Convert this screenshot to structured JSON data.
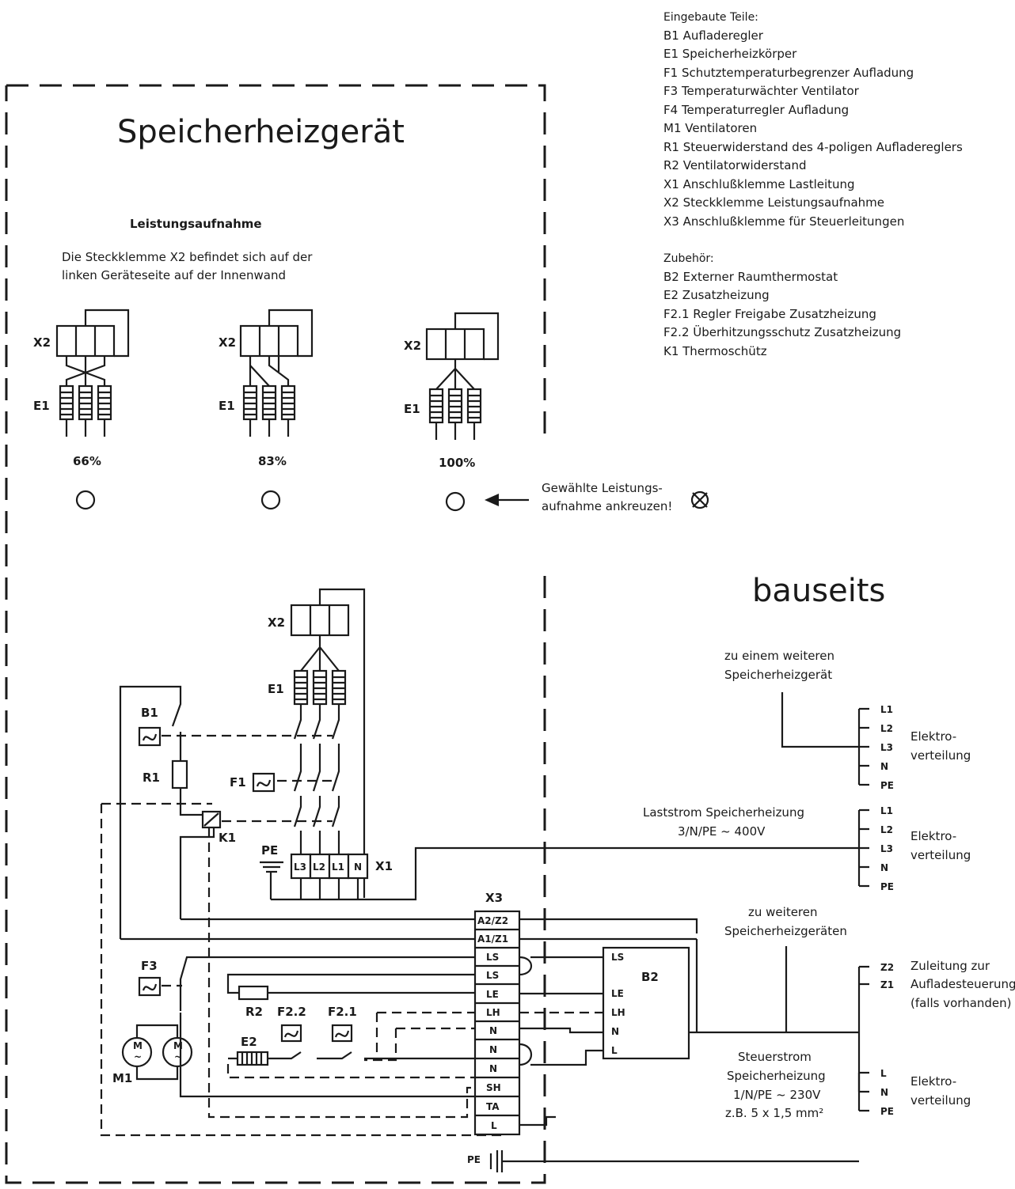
{
  "parts_heading": "Eingebaute Teile:",
  "parts": [
    "B1 Aufladeregler",
    "E1 Speicherheizkörper",
    "F1 Schutztemperaturbegrenzer Aufladung",
    "F3 Temperaturwächter Ventilator",
    "F4 Temperaturregler Aufladung",
    "M1 Ventilatoren",
    "R1 Steuerwiderstand des 4-poligen Aufladereglers",
    "R2 Ventilatorwiderstand",
    "X1 Anschlußklemme Lastleitung",
    "X2 Steckklemme Leistungsaufnahme",
    "X3 Anschlußklemme für Steuerleitungen"
  ],
  "accessories_heading": "Zubehör:",
  "accessories": [
    "B2 Externer Raumthermostat",
    "E2 Zusatzheizung",
    "F2.1 Regler Freigabe Zusatzheizung",
    "F2.2 Überhitzungsschutz Zusatzheizung",
    "K1 Thermoschütz"
  ],
  "device_title": "Speicherheizgerät",
  "site_title": "bauseits",
  "power": {
    "heading": "Leistungsaufnahme",
    "note_line1": "Die Steckklemme X2 befindet sich auf der",
    "note_line2": "linken Geräteseite auf der Innenwand",
    "options": [
      {
        "x2": "X2",
        "e1": "E1",
        "percent": "66%"
      },
      {
        "x2": "X2",
        "e1": "E1",
        "percent": "83%"
      },
      {
        "x2": "X2",
        "e1": "E1",
        "percent": "100%"
      }
    ],
    "select_hint_line1": "Gewählte Leistungs-",
    "select_hint_line2": "aufnahme ankreuzen!"
  },
  "components": {
    "x2": "X2",
    "e1": "E1",
    "b1": "B1",
    "r1": "R1",
    "f1": "F1",
    "k1": "K1",
    "pe": "PE",
    "x1": "X1",
    "x3": "X3",
    "f3": "F3",
    "r2": "R2",
    "f22": "F2.2",
    "f21": "F2.1",
    "e2": "E2",
    "m1": "M1",
    "b2": "B2",
    "motor_glyph": "M",
    "motor_sub": "~"
  },
  "x1_terminals": [
    "L3",
    "L2",
    "L1",
    "N"
  ],
  "x3_terminals": [
    "A2/Z2",
    "A1/Z1",
    "LS",
    "LS",
    "LE",
    "LH",
    "N",
    "N",
    "N",
    "SH",
    "TA",
    "L"
  ],
  "b2_terminals": [
    "LS",
    "LE",
    "LH",
    "N",
    "L"
  ],
  "pe_bottom": "PE",
  "site": {
    "further_device_line1": "zu einem weiteren",
    "further_device_line2": "Speicherheizgerät",
    "load_line1": "Laststrom Speicherheizung",
    "load_line2": "3/N/PE ~ 400V",
    "further_devices_line1": "zu weiteren",
    "further_devices_line2": "Speicherheizgeräten",
    "control_line1": "Steuerstrom",
    "control_line2": "Speicherheizung",
    "control_line3": "1/N/PE ~ 230V",
    "control_line4": "z.B. 5 x 1,5 mm²",
    "dist_line1": "Elektro-",
    "dist_line2": "verteilung",
    "feed_line1": "Zuleitung zur",
    "feed_line2": "Aufladesteuerung",
    "feed_line3": "(falls vorhanden)",
    "bus5": [
      "L1",
      "L2",
      "L3",
      "N",
      "PE"
    ],
    "bus_z": [
      "Z2",
      "Z1"
    ],
    "bus3": [
      "L",
      "N",
      "PE"
    ]
  }
}
